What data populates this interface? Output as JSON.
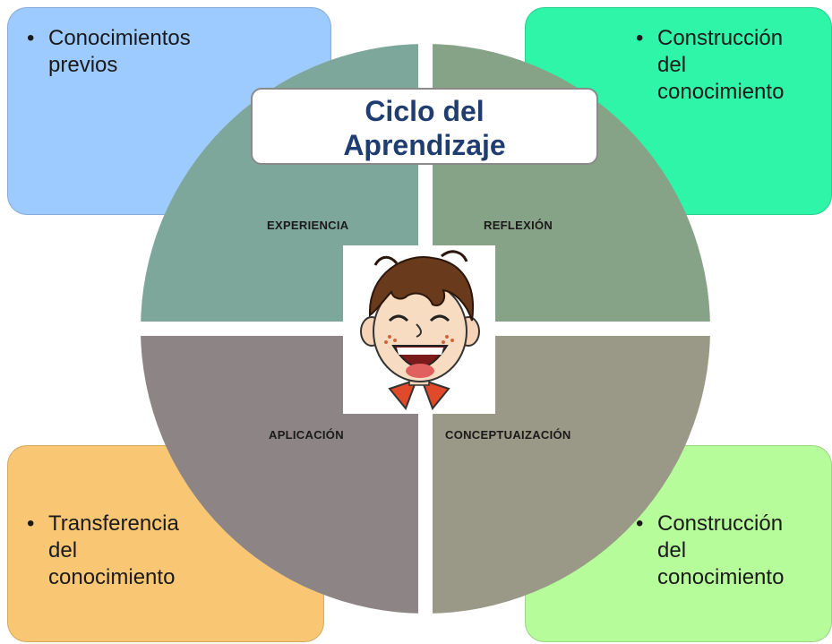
{
  "title": {
    "line1": "Ciclo del",
    "line2": "Aprendizaje"
  },
  "quadrants": {
    "top_left": "EXPERIENCIA",
    "top_right": "REFLEXIÓN",
    "bottom_left": "APLICACIÓN",
    "bottom_right": "CONCEPTUAIZACIÓN"
  },
  "corner_boxes": {
    "top_left": {
      "bullet": "•",
      "lines": [
        "Conocimientos",
        "previos"
      ]
    },
    "top_right": {
      "bullet": "•",
      "lines": [
        "Construcción",
        "del",
        "conocimiento"
      ]
    },
    "bottom_left": {
      "bullet": "•",
      "lines": [
        "Transferencia",
        "del",
        "conocimiento"
      ]
    },
    "bottom_right": {
      "bullet": "•",
      "lines": [
        "Construcción",
        "del",
        "conocimiento"
      ]
    }
  },
  "colors": {
    "box_top_left": "#9dcaff",
    "box_top_right": "#2ef5a8",
    "box_bottom_left": "#f9c774",
    "box_bottom_right": "#b6fc9a",
    "quad_top_left": "#7ea79b",
    "quad_top_right": "#87a387",
    "quad_bottom_left": "#8d8585",
    "quad_bottom_right": "#9a9886",
    "title_text": "#1f3d70"
  },
  "center_image": "laughing-boy-icon"
}
